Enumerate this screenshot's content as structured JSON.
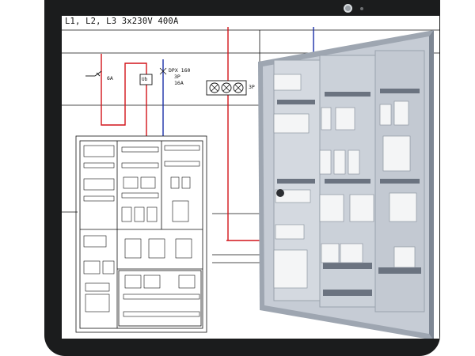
{
  "schematic": {
    "supply_label": "L1, L2, L3 3x230V 400A",
    "breaker_rating": "6A",
    "relay_symbol": "Ub",
    "spd_label": "DPX 160",
    "spd_poles": "3P",
    "spd_current": "16A",
    "lamp_group_suffix": "3P"
  },
  "colors": {
    "phase_line": "#d2141a",
    "neutral_line": "#1a2fa8",
    "cabinet_body": "#c4cbd4",
    "device_white": "#f4f5f6"
  },
  "icons": [
    "webcam-icon",
    "lamp-icon",
    "breaker-symbol-icon",
    "relay-symbol-icon"
  ]
}
